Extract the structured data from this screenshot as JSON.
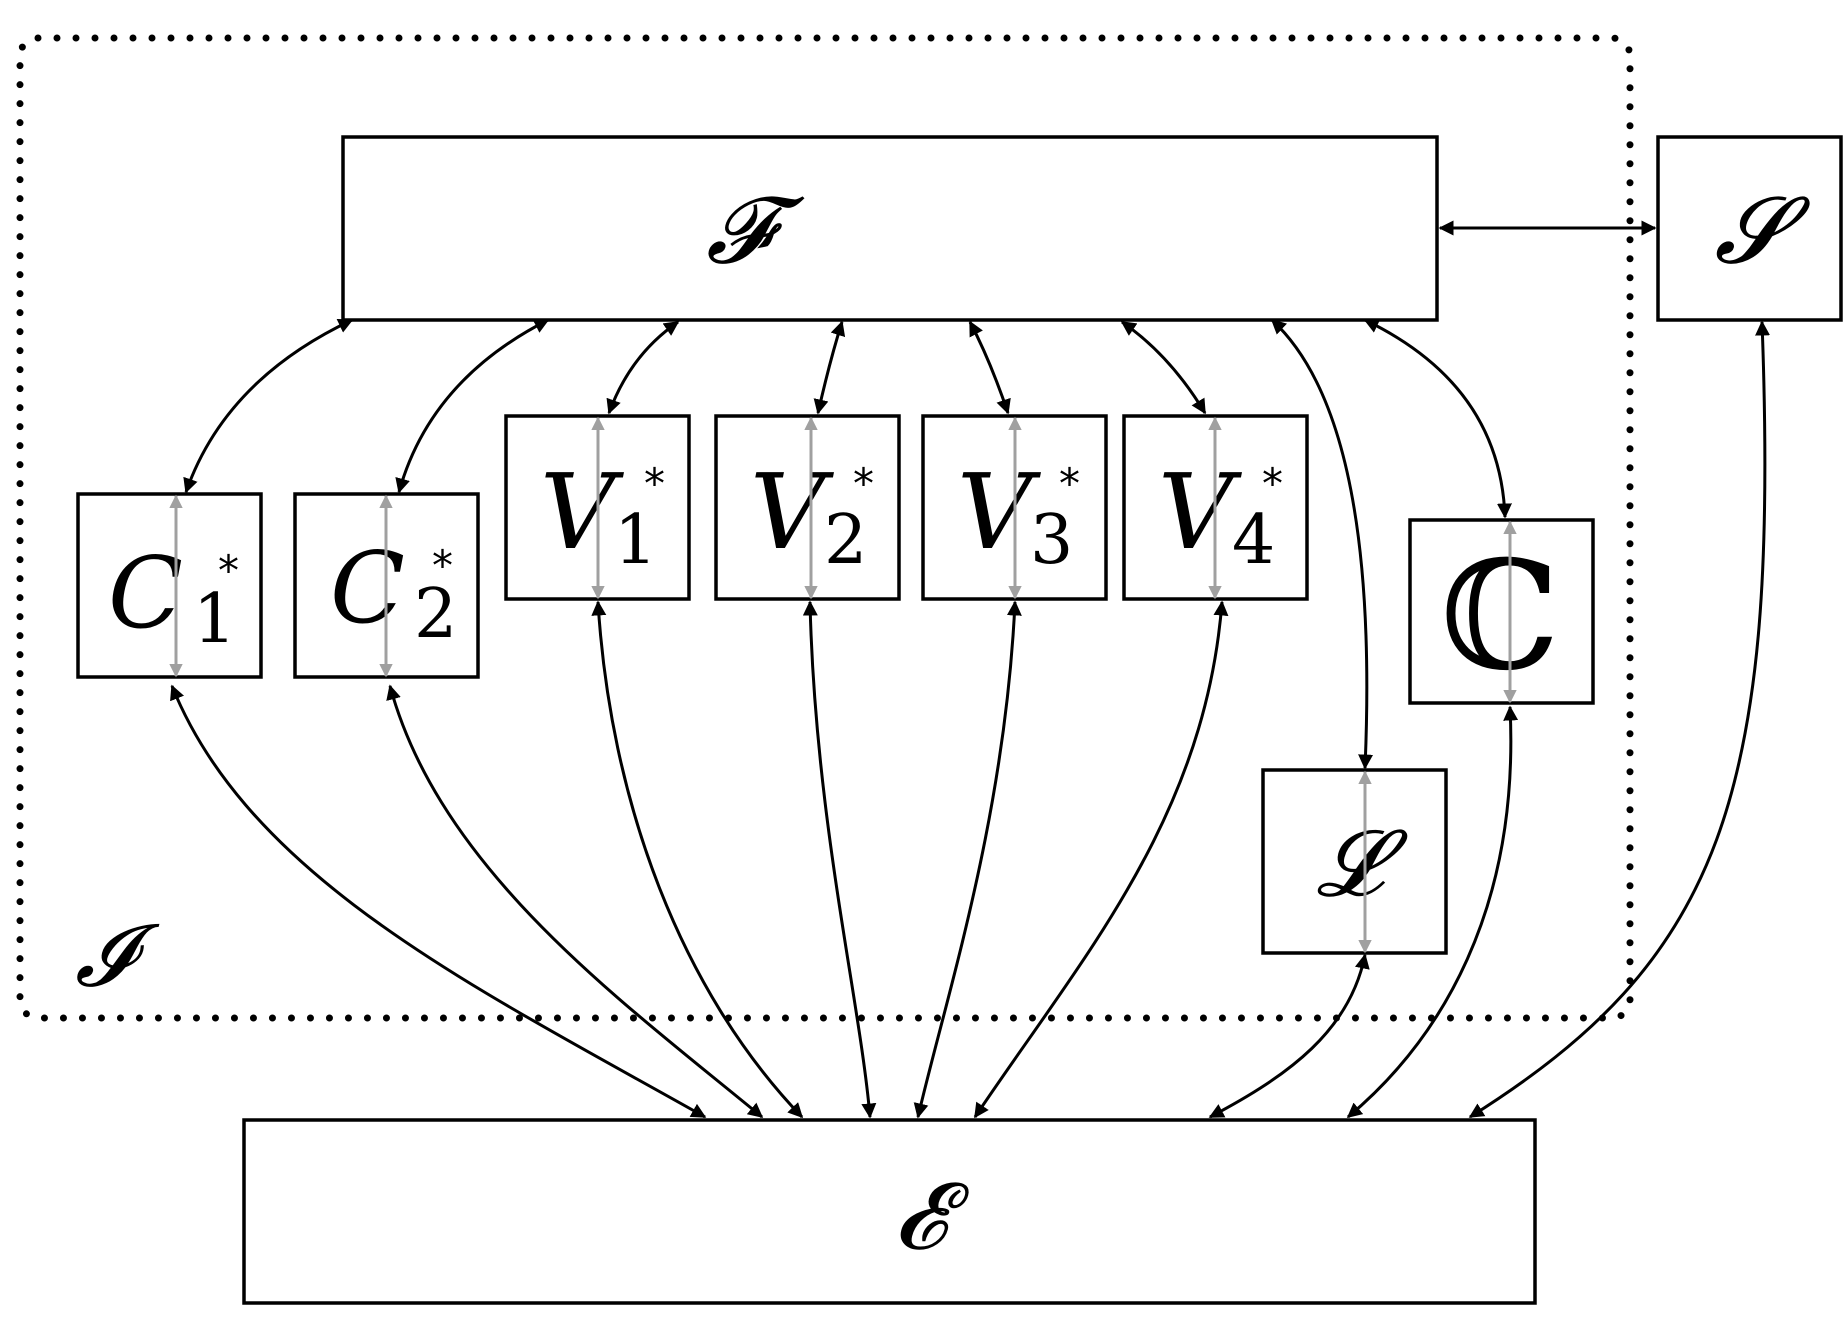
{
  "region": {
    "label": "𝓘"
  },
  "nodes": {
    "F": {
      "label": "𝓕"
    },
    "S": {
      "label": "𝓢"
    },
    "E": {
      "label": "𝓔"
    },
    "L": {
      "label": "𝓛"
    },
    "CC": {
      "label": "ℂ"
    },
    "C1": {
      "letter": "C",
      "sub": "1",
      "sup": "*"
    },
    "C2": {
      "letter": "C",
      "sub": "2",
      "sup": "*"
    },
    "V1": {
      "letter": "V",
      "sub": "1",
      "sup": "*"
    },
    "V2": {
      "letter": "V",
      "sub": "2",
      "sup": "*"
    },
    "V3": {
      "letter": "V",
      "sub": "3",
      "sup": "*"
    },
    "V4": {
      "letter": "V",
      "sub": "4",
      "sup": "*"
    }
  },
  "edges": [
    {
      "from": "F",
      "to": "S",
      "type": "bidirectional"
    },
    {
      "from": "F",
      "to": "C1",
      "type": "bidirectional"
    },
    {
      "from": "F",
      "to": "C2",
      "type": "bidirectional"
    },
    {
      "from": "F",
      "to": "V1",
      "type": "bidirectional"
    },
    {
      "from": "F",
      "to": "V2",
      "type": "bidirectional"
    },
    {
      "from": "F",
      "to": "V3",
      "type": "bidirectional"
    },
    {
      "from": "F",
      "to": "V4",
      "type": "bidirectional"
    },
    {
      "from": "F",
      "to": "L",
      "type": "bidirectional"
    },
    {
      "from": "F",
      "to": "CC",
      "type": "bidirectional"
    },
    {
      "from": "C1",
      "to": "E",
      "type": "bidirectional"
    },
    {
      "from": "C2",
      "to": "E",
      "type": "bidirectional"
    },
    {
      "from": "V1",
      "to": "E",
      "type": "bidirectional"
    },
    {
      "from": "V2",
      "to": "E",
      "type": "bidirectional"
    },
    {
      "from": "V3",
      "to": "E",
      "type": "bidirectional"
    },
    {
      "from": "V4",
      "to": "E",
      "type": "bidirectional"
    },
    {
      "from": "L",
      "to": "E",
      "type": "bidirectional"
    },
    {
      "from": "CC",
      "to": "E",
      "type": "bidirectional"
    },
    {
      "from": "S",
      "to": "E",
      "type": "bidirectional"
    }
  ],
  "colors": {
    "stroke": "#000000",
    "inner_arrow": "#a0a0a0",
    "background": "#ffffff"
  }
}
